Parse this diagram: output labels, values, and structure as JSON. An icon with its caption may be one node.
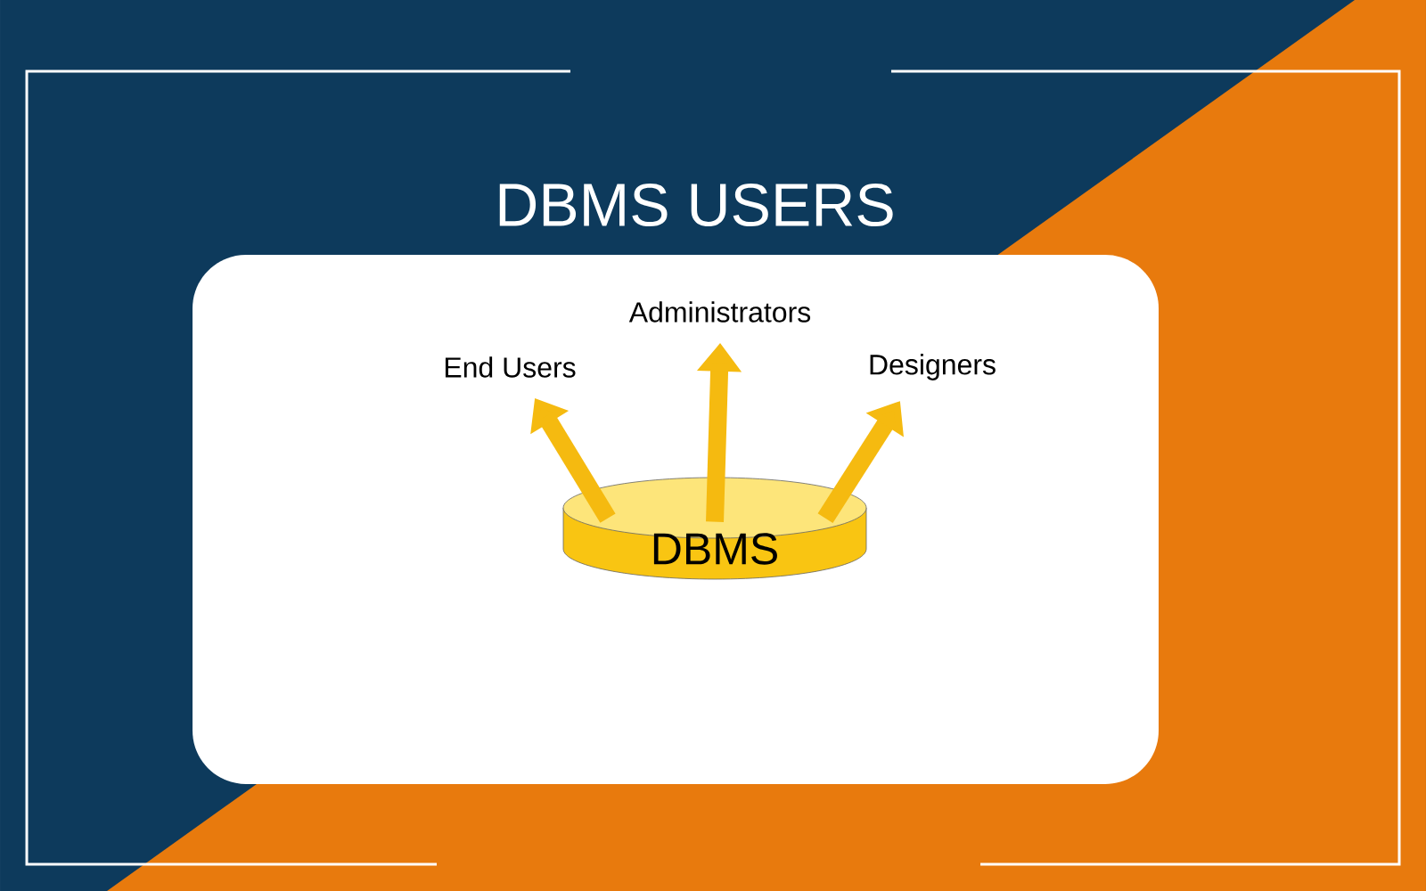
{
  "diagram": {
    "title": "DBMS USERS",
    "nodes": [
      {
        "text": [
          "DBMS"
        ]
      },
      {
        "text": [
          "End Users"
        ]
      },
      {
        "text": [
          "Administrators"
        ]
      },
      {
        "text": [
          "Designers"
        ]
      }
    ],
    "edges": [
      {
        "from": 0,
        "to": 1,
        "arrow": "to"
      },
      {
        "from": 0,
        "to": 2,
        "arrow": "to"
      },
      {
        "from": 0,
        "to": 3,
        "arrow": "to"
      }
    ]
  }
}
